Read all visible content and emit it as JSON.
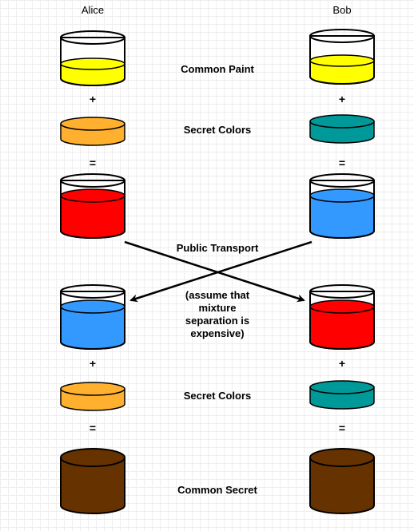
{
  "participants": {
    "left": "Alice",
    "right": "Bob"
  },
  "labels": {
    "common_paint": "Common Paint",
    "secret_colors_top": "Secret Colors",
    "public_transport": "Public Transport",
    "assumption": [
      "(assume that",
      "mixture",
      "separation is",
      "expensive)"
    ],
    "secret_colors_bottom": "Secret Colors",
    "common_secret": "Common Secret"
  },
  "operators": {
    "plus": "+",
    "equals": "="
  },
  "colors": {
    "common_paint": "#ffff00",
    "alice_secret": "#ffb02e",
    "bob_secret": "#009999",
    "alice_mixture": "#ff0000",
    "bob_mixture": "#3399ff",
    "common_secret": "#663300",
    "outline": "#000000"
  },
  "icons": [
    "beaker-icon",
    "paint-disk-icon",
    "cylinder-icon",
    "cross-arrow-icon"
  ]
}
